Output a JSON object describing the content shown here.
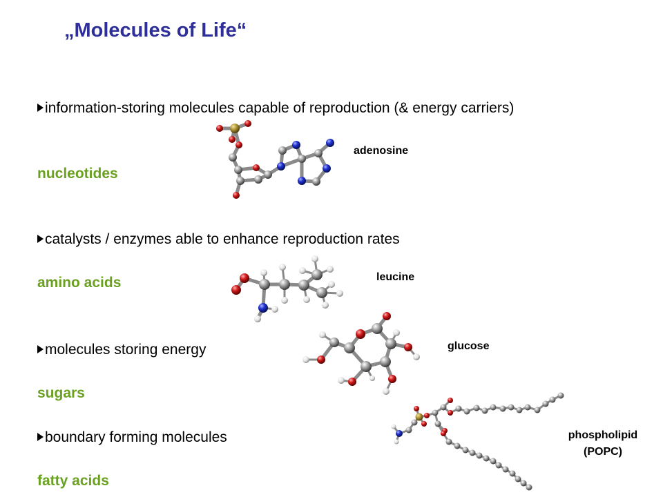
{
  "title": "„Molecules of Life“",
  "sections": [
    {
      "bullet": "information-storing molecules capable of reproduction (& energy carriers)",
      "category": "nucleotides",
      "molecule": "adenosine"
    },
    {
      "bullet": "catalysts / enzymes able to enhance reproduction rates",
      "category": "amino acids",
      "molecule": "leucine"
    },
    {
      "bullet": "molecules storing energy",
      "category": "sugars",
      "molecule": "glucose"
    },
    {
      "bullet": "boundary forming molecules",
      "category": "fatty acids",
      "molecule_line1": "phospholipid",
      "molecule_line2": "(POPC)"
    }
  ],
  "colors": {
    "title": "#2f2f9a",
    "category": "#6aa121",
    "carbon": "#9a9a9a",
    "oxygen": "#d21a1a",
    "nitrogen": "#1e2fcf",
    "hydrogen": "#e8e8e8",
    "phosphorus": "#b59a3a"
  }
}
